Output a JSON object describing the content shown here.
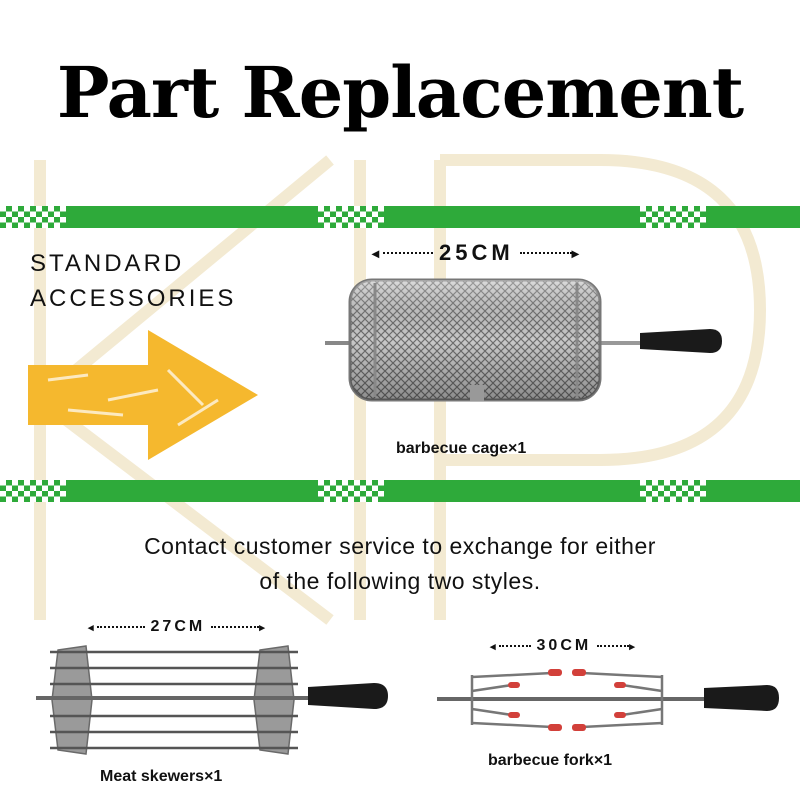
{
  "title": "Part Replacement",
  "standard": {
    "line1": "STANDARD",
    "line2": "ACCESSORIES"
  },
  "cage": {
    "dimension": "25CM",
    "caption": "barbecue cage×1"
  },
  "contact": {
    "line1": "Contact customer service to exchange for either",
    "line2": "of the following two styles."
  },
  "skewers": {
    "dimension": "27CM",
    "caption": "Meat skewers×1"
  },
  "fork": {
    "dimension": "30CM",
    "caption": "barbecue fork×1"
  },
  "colors": {
    "stripe_green": "#2eaa3a",
    "arrow_yellow": "#f5b82e",
    "watermark": "#f3ead2",
    "handle": "#1a1a1a",
    "fork_tip": "#d2403a"
  }
}
